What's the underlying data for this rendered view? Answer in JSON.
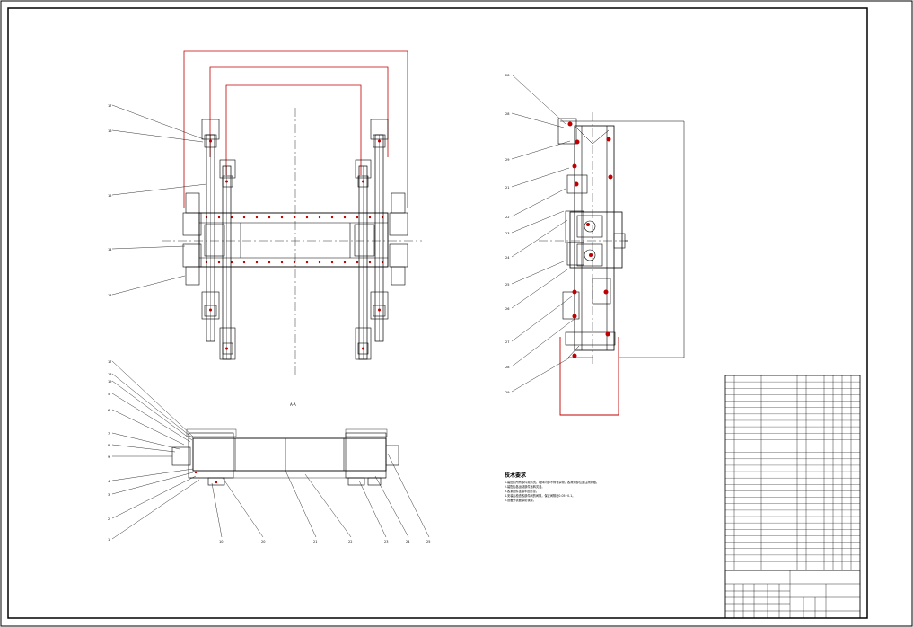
{
  "drawing": {
    "colors": {
      "line": "#000000",
      "red": "#c00000",
      "background": "#ffffff"
    },
    "section_label": "A-A",
    "notes": {
      "title": "技术要求",
      "lines": [
        "1.装配前所有零件需清洗，箱体内部不得有杂物，各润滑部位加注润滑脂。",
        "2.装配后各运动部件运转灵活。",
        "3.各紧固件连接牢固可靠。",
        "4.安装后检查各部件间的间隙，保证间隙在0.05~0.1。",
        "5.设备外表面涂防锈漆。"
      ]
    }
  }
}
